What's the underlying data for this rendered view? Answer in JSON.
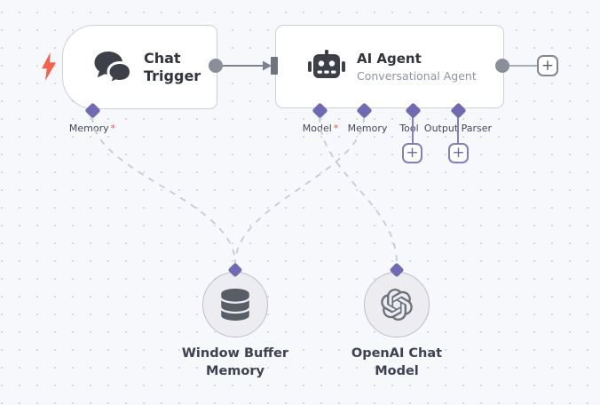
{
  "workflow": {
    "trigger": {
      "title": "Chat Trigger"
    },
    "agent": {
      "title": "AI Agent",
      "subtitle": "Conversational Agent"
    },
    "memory_node": {
      "title": "Window Buffer Memory"
    },
    "model_node": {
      "title": "OpenAI Chat Model"
    }
  },
  "endpoints": {
    "trigger_memory": {
      "label": "Memory",
      "required": "*"
    },
    "agent_model": {
      "label": "Model",
      "required": "*"
    },
    "agent_memory": {
      "label": "Memory"
    },
    "agent_tool": {
      "label": "Tool"
    },
    "agent_output_parser": {
      "label": "Output Parser"
    }
  },
  "buttons": {
    "add_node_after_agent": "+",
    "add_tool": "+",
    "add_output_parser": "+"
  },
  "icons": {
    "trigger_bolt": "lightning-bolt",
    "chat": "chat-bubbles",
    "robot": "robot",
    "database": "database",
    "openai": "openai-logo"
  },
  "colors": {
    "endpoint_accent": "#6e6bb2",
    "required_asterisk": "#ea5548",
    "trigger_bolt": "#f4604d",
    "connection_gray": "#7e8290",
    "dashed_connection": "#c7cad4"
  }
}
